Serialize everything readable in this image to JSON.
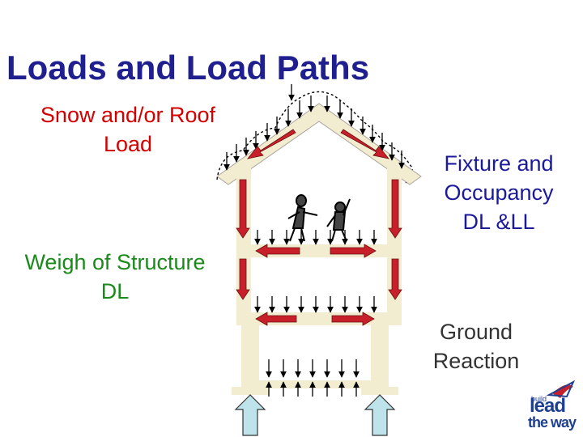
{
  "title": "Loads and Load Paths",
  "labels": {
    "snow_line1": "Snow and/or Roof",
    "snow_line2": "Load",
    "fixture_line1": "Fixture and",
    "fixture_line2": "Occupancy",
    "fixture_line3": "DL &LL",
    "weight_line1": "Weigh of Structure",
    "weight_line2": "DL",
    "ground_line1": "Ground",
    "ground_line2": "Reaction"
  },
  "logo": {
    "small": "build",
    "word1": "lead",
    "word2": "the way"
  },
  "colors": {
    "title": "#1f1f8f",
    "snow_label": "#d40000",
    "weight_label": "#1a8a1a",
    "fixture_label": "#1a1a9a",
    "ground_label": "#333333",
    "wall_fill": "#f2ecd0",
    "arrow_red": "#c8202a",
    "ground_arrow": "#bfe3ea"
  }
}
